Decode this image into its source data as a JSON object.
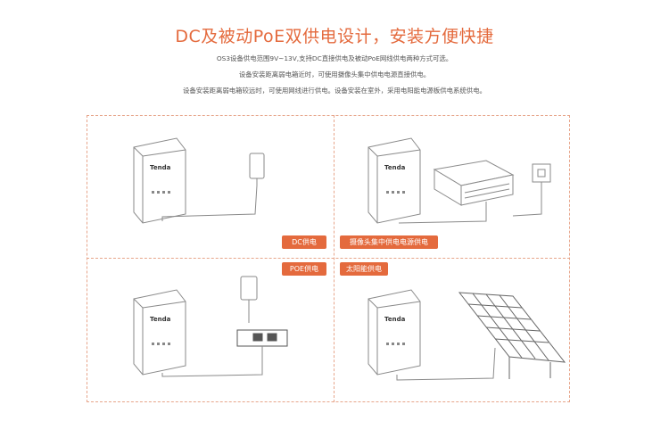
{
  "heading": "DC及被动PoE双供电设计，安装方便快捷",
  "description": [
    "OS3设备供电范围9V~13V,支持DC直接供电及被动PoE网线供电两种方式可选。",
    "设备安装距离弱电箱近时，可使用摄像头集中供电电源直接供电。",
    "设备安装距离弱电箱较远时，可使用网线进行供电。设备安装在室外，采用电阳能电源板供电系统供电。"
  ],
  "device_brand": "Tenda",
  "panels": {
    "dc": {
      "label": "DC供电"
    },
    "centralized": {
      "label": "摄像头集中供电电源供电"
    },
    "poe": {
      "label": "POE供电"
    },
    "solar": {
      "label": "太阳能供电"
    }
  },
  "colors": {
    "accent": "#e46a3d",
    "border": "#e7a58a",
    "line": "#8a8a8a"
  }
}
